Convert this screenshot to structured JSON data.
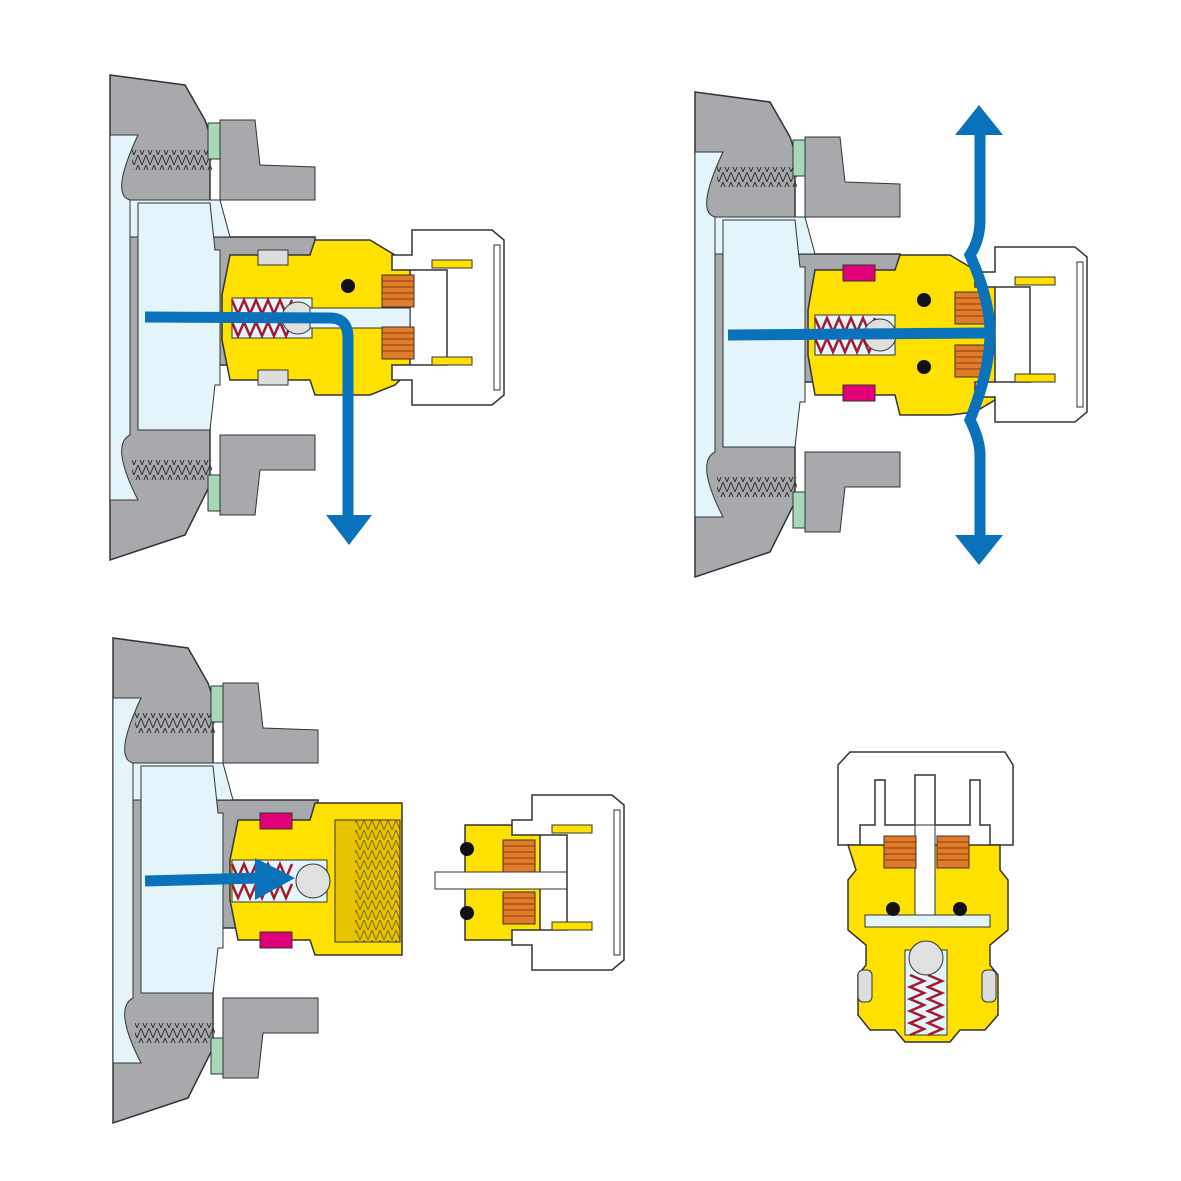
{
  "diagram": {
    "panels": [
      "coupled-flow-outlet",
      "coupled-flow-bidirectional",
      "uncoupled-check-closed",
      "coupler-detail"
    ],
    "colors": {
      "housing": "#a7a9ac",
      "brass": "#ffe100",
      "brass_dark": "#e8c400",
      "bore": "#e3f4fb",
      "flow_arrow": "#0a72ba",
      "seal_green": "#a9d8b8",
      "seal_magenta": "#e2007a",
      "copper": "#e07b2a",
      "spring": "#a6192e",
      "outline": "#333333"
    }
  }
}
